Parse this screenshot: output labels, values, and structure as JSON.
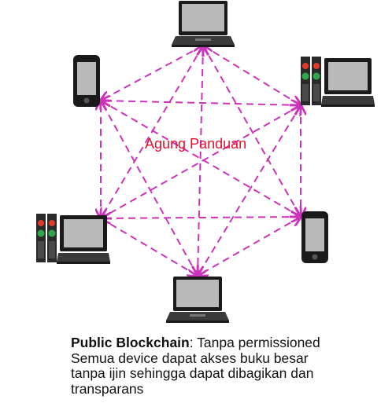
{
  "colors": {
    "edge": "#cc33bb",
    "watermark": "#e8102a",
    "device_dark": "#1a1a1a",
    "screen": "#b9b9b9"
  },
  "nodes": [
    {
      "id": "laptop-top",
      "kind": "laptop"
    },
    {
      "id": "server-right",
      "kind": "server"
    },
    {
      "id": "phone-right",
      "kind": "phone"
    },
    {
      "id": "laptop-bottom",
      "kind": "laptop"
    },
    {
      "id": "server-left",
      "kind": "server"
    },
    {
      "id": "phone-left",
      "kind": "phone"
    }
  ],
  "watermark": "Agung Panduan",
  "caption": {
    "title": "Public Blockchain",
    "title_suffix": ": Tanpa permissioned",
    "line2": "Semua device dapat akses buku besar",
    "line3": "tanpa ijin sehingga dapat dibagikan dan",
    "line4": "transparans"
  }
}
